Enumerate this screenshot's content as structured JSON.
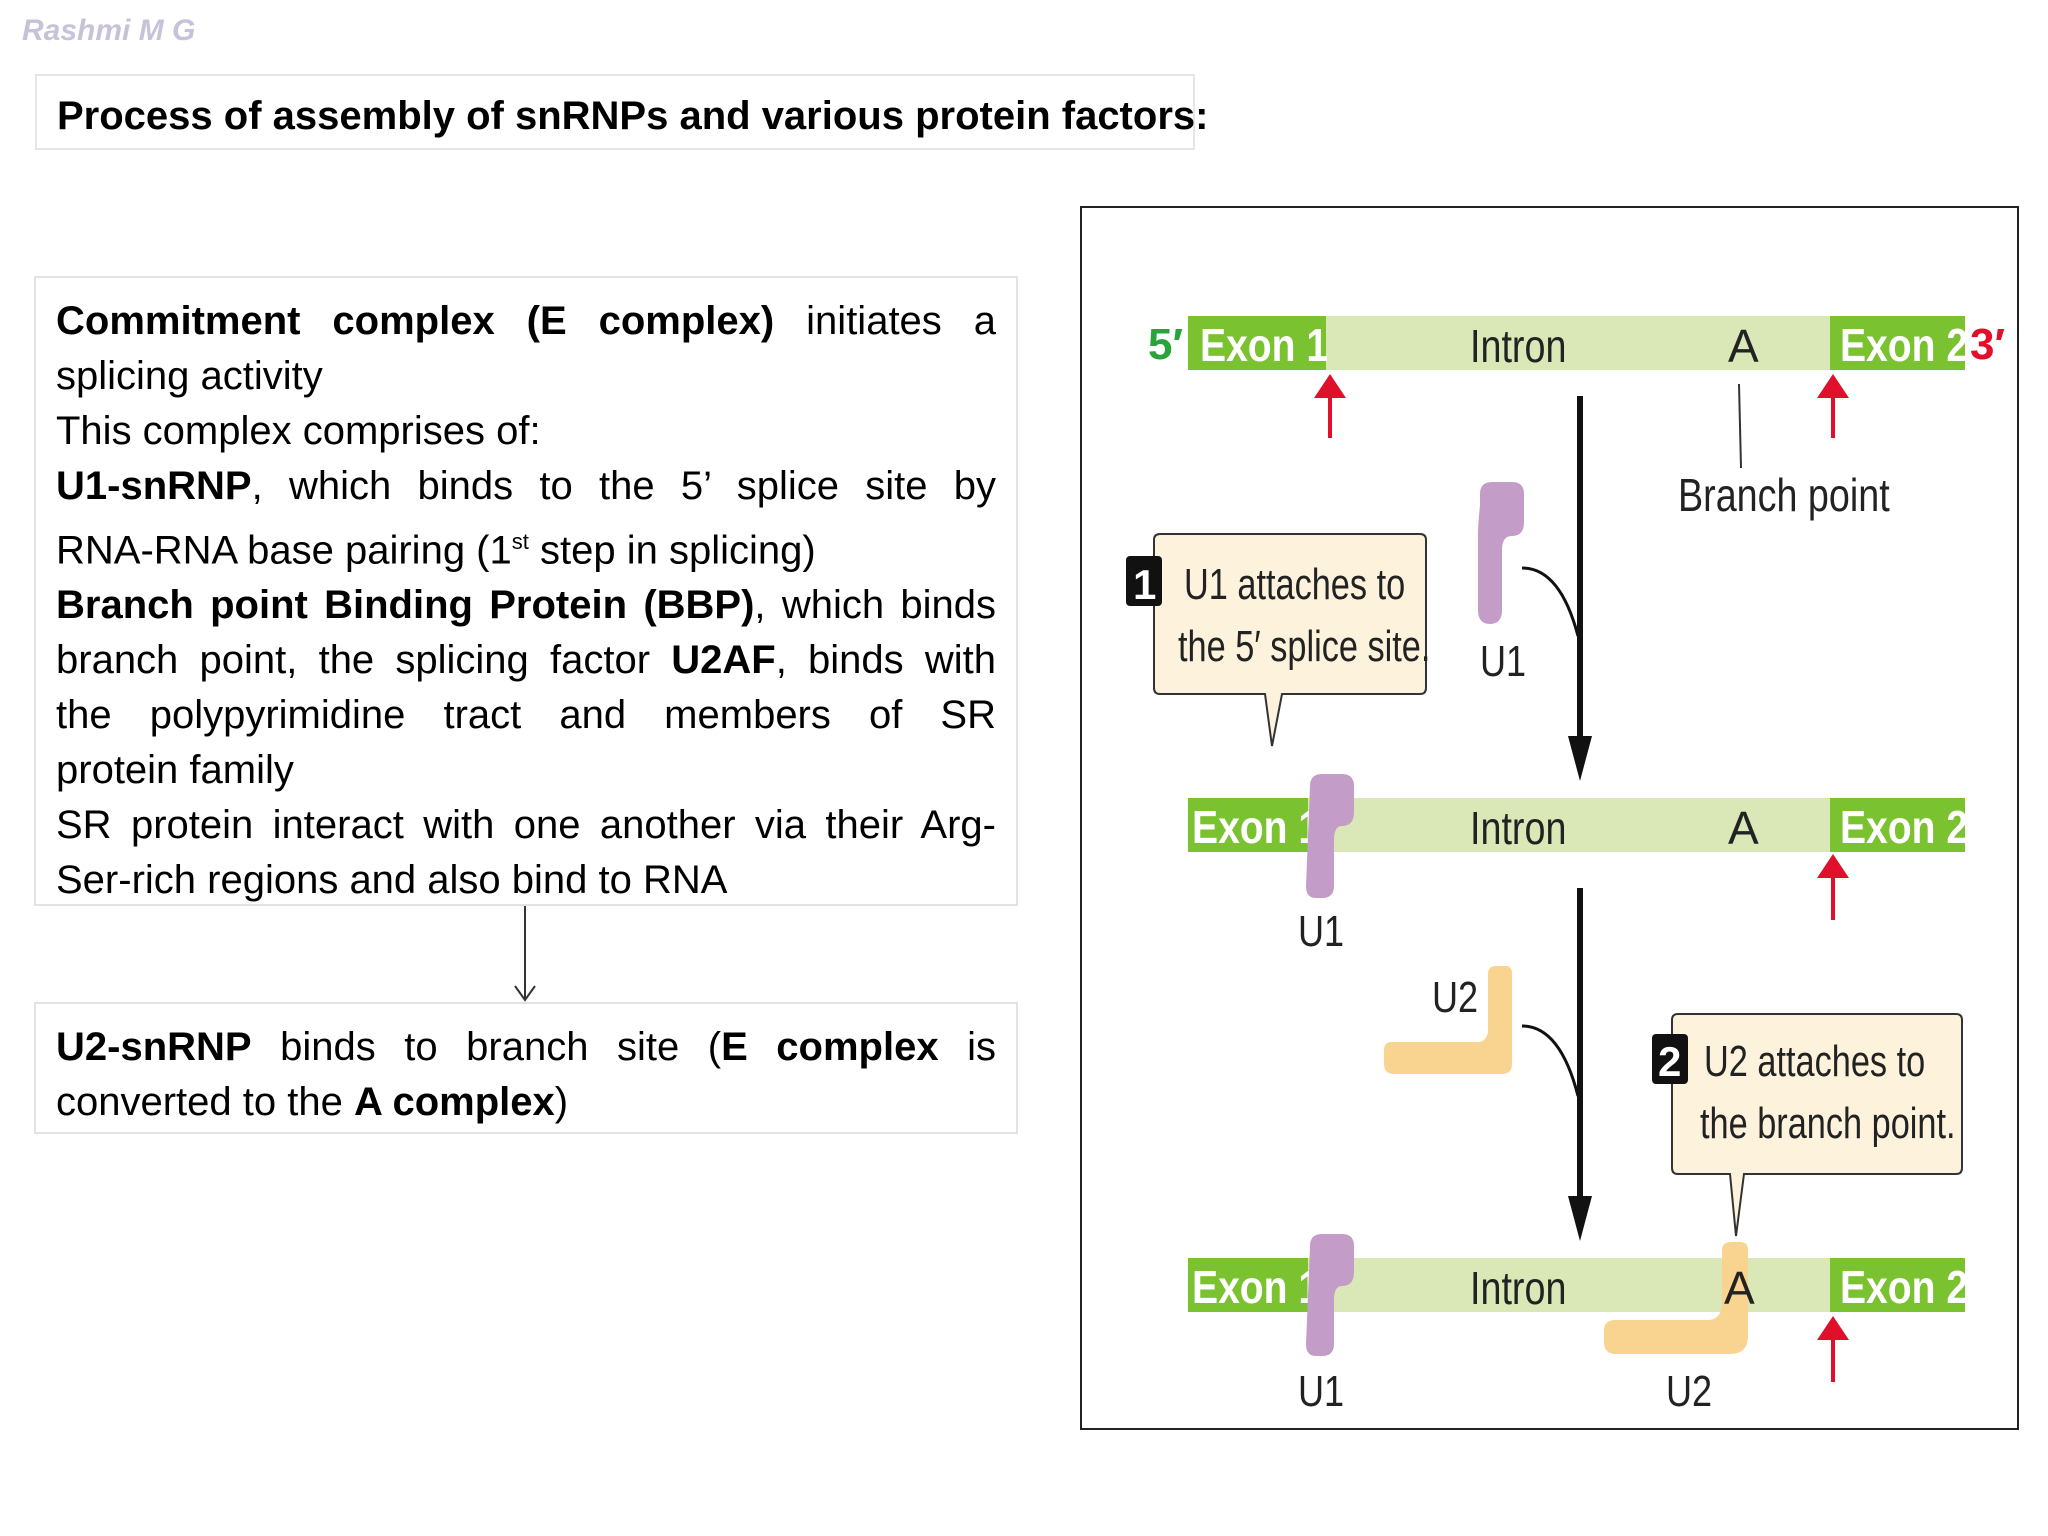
{
  "author": "Rashmi M G",
  "title": "Process of assembly of snRNPs and various protein factors:",
  "box1": {
    "l1_bold": "Commitment complex (E complex)",
    "l1_rest": " initiates a",
    "l2": "splicing activity",
    "l3": "This complex comprises of:",
    "l4_bold": "U1-snRNP",
    "l4_rest": ", which binds to the 5’ splice site by",
    "l5_pre": "RNA-RNA base pairing (1",
    "l5_sup": "st",
    "l5_post": " step in splicing)",
    "l6_bold": "Branch point Binding Protein (BBP)",
    "l6_rest": ", which binds",
    "l7_pre": "branch point, the splicing factor ",
    "l7_bold": "U2AF",
    "l7_post": ", binds with",
    "l8": "the polypyrimidine tract and members of SR",
    "l9": "protein family",
    "l10": "SR protein interact with one another via their Arg-",
    "l11": "Ser-rich regions and also bind to RNA"
  },
  "box2": {
    "l1_bold1": "U2-snRNP",
    "l1_mid": " binds to branch site (",
    "l1_bold2": "E complex",
    "l1_post": " is",
    "l2_pre": "converted to the ",
    "l2_bold": "A complex",
    "l2_post": ")"
  },
  "diagram": {
    "five_prime": "5′",
    "three_prime": "3′",
    "exon1": "Exon 1",
    "exon2": "Exon 2",
    "intron": "Intron",
    "a": "A",
    "branch_point": "Branch point",
    "u1": "U1",
    "u2": "U2",
    "step1_num": "1",
    "step1_line1": "U1 attaches to",
    "step1_line2": "the 5′ splice site.",
    "step2_num": "2",
    "step2_line1": "U2 attaches to",
    "step2_line2": "the branch point.",
    "colors": {
      "exon": "#7ac230",
      "intron": "#d9e8b6",
      "u1": "#c49cc8",
      "u2": "#f8d490",
      "arrow_red": "#e0102a",
      "five_prime": "#2aa33a",
      "callout_bg": "#fdf3dc"
    }
  }
}
